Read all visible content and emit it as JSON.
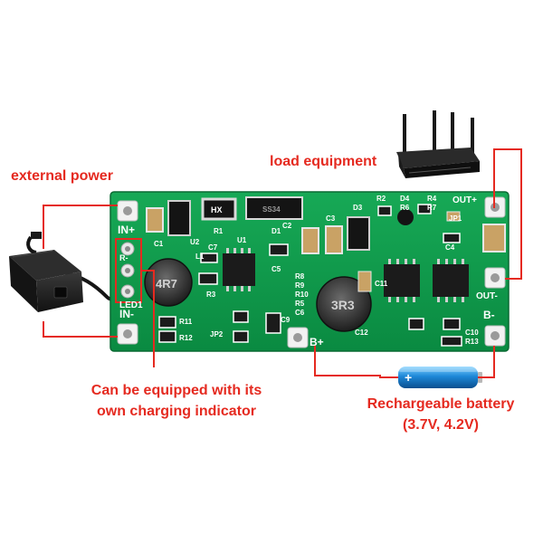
{
  "labels": {
    "external_power": "external power",
    "load_equipment": "load equipment",
    "charging_indicator": [
      "Can be equipped with its",
      "own charging indicator"
    ],
    "battery": [
      "Rechargeable battery",
      "(3.7V, 4.2V)"
    ]
  },
  "board_text": {
    "in_plus": "IN+",
    "in_minus": "IN-",
    "r_minus": "R-",
    "led1": "LED1",
    "out_plus": "OUT+",
    "out_minus": "OUT-",
    "b_plus": "B+",
    "b_minus": "B-",
    "hx": "HX",
    "ss34": "SS34",
    "ic_4r7": "4R7",
    "ic_3r3": "3R3",
    "refdes": [
      "C1",
      "C2",
      "C3",
      "C4",
      "C5",
      "C6",
      "C7",
      "C9",
      "C10",
      "C11",
      "C12",
      "R1",
      "R2",
      "R3",
      "R4",
      "R5",
      "R6",
      "R7",
      "R8",
      "R9",
      "R10",
      "R11",
      "R12",
      "R13",
      "U1",
      "U2",
      "D1",
      "D3",
      "D4",
      "L1",
      "JP1",
      "JP2"
    ]
  },
  "battery_symbol": "+",
  "colors": {
    "annotation": "#e52a20",
    "pcb": "#0d9a4a",
    "silkscreen": "#ffffff"
  }
}
